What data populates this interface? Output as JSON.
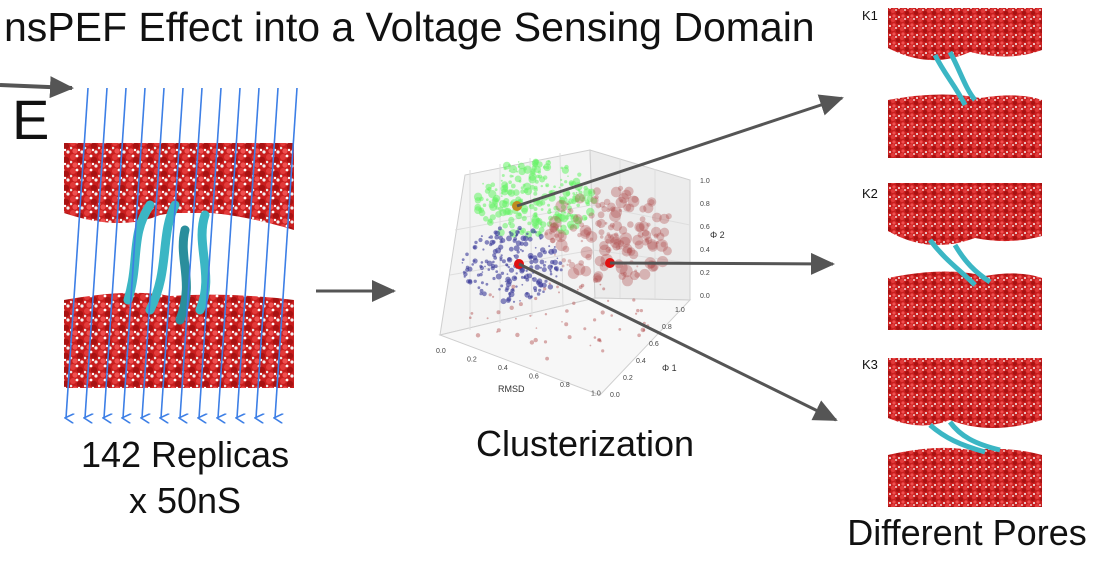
{
  "title": "nsPEF Effect into a Voltage Sensing Domain",
  "efield": {
    "label": "E"
  },
  "replicas": {
    "line1": "142 Replicas",
    "line2": "x 50nS"
  },
  "cluster": {
    "caption": "Clusterization",
    "x_label": "RMSD",
    "y_label": "Φ 1",
    "z_label": "Φ 2",
    "x_ticks": [
      "0.0",
      "0.2",
      "0.4",
      "0.6",
      "0.8",
      "1.0"
    ],
    "y_ticks": [
      "0.0",
      "0.2",
      "0.4",
      "0.6",
      "0.8",
      "1.0"
    ],
    "z_ticks": [
      "0.0",
      "0.2",
      "0.4",
      "0.6",
      "0.8",
      "1.0"
    ],
    "colors": {
      "green": "#66f266",
      "blue": "#3a3a9a",
      "red": "#b04a4a",
      "center": "#e01010",
      "center_green": "#c08a20"
    }
  },
  "pores": {
    "caption": "Different Pores",
    "items": [
      {
        "label": "K1"
      },
      {
        "label": "K2"
      },
      {
        "label": "K3"
      }
    ]
  },
  "colors": {
    "field_lines": "#3d7fe6",
    "arrow": "#555555",
    "water_red": "#cc2222",
    "helix": "#3bb6c4"
  }
}
